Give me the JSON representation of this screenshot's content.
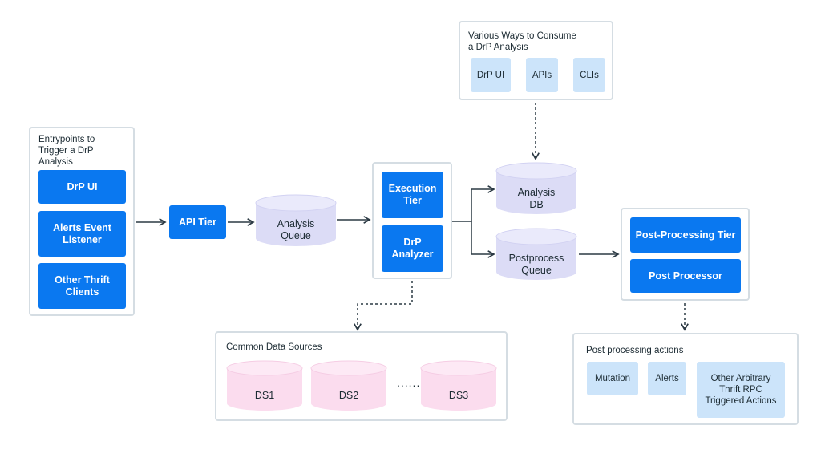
{
  "entrypoints": {
    "title": "Entrypoints to\nTrigger a DrP\nAnalysis",
    "items": [
      "DrP UI",
      "Alerts Event\nListener",
      "Other Thrift\nClients"
    ]
  },
  "api_tier": "API Tier",
  "analysis_queue": "Analysis\nQueue",
  "execution": {
    "tier": "Execution\nTier",
    "analyzer": "DrP\nAnalyzer"
  },
  "consume": {
    "title": "Various Ways to Consume\na DrP Analysis",
    "items": [
      "DrP UI",
      "APIs",
      "CLIs"
    ]
  },
  "analysis_db": "Analysis\nDB",
  "postprocess_queue": "Postprocess\nQueue",
  "post_processing": {
    "tier": "Post-Processing Tier",
    "processor": "Post Processor"
  },
  "data_sources": {
    "title": "Common Data Sources",
    "items": [
      "DS1",
      "DS2",
      "DS3"
    ],
    "ellipsis": "......"
  },
  "post_actions": {
    "title": "Post processing actions",
    "items": [
      "Mutation",
      "Alerts",
      "Other Arbitrary\nThrift RPC\nTriggered Actions"
    ]
  },
  "colors": {
    "primary_box": "#0a78f0",
    "light_box": "#cce4fa",
    "queue_cylinder": "#dcdcf6",
    "data_cylinder": "#fbdcee",
    "panel_border": "#d5dde3",
    "connector": "#2c3a44"
  }
}
